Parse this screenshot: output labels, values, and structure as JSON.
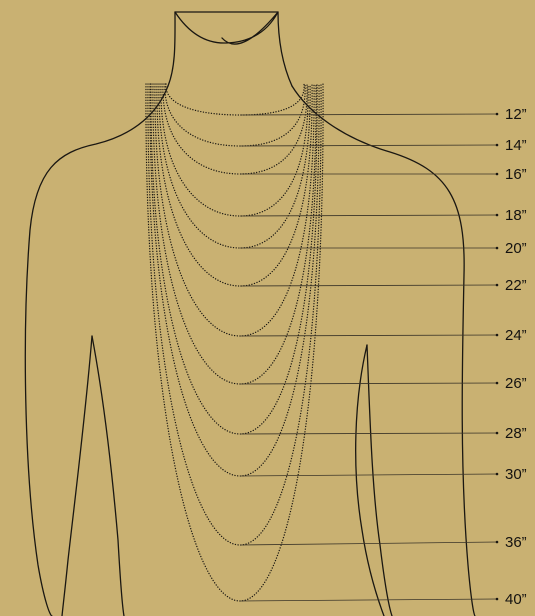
{
  "diagram": {
    "background_color": "#c9b172",
    "line_color": "#1a1712",
    "lengths": [
      {
        "label": "12”"
      },
      {
        "label": "14”"
      },
      {
        "label": "16”"
      },
      {
        "label": "18”"
      },
      {
        "label": "20”"
      },
      {
        "label": "22”"
      },
      {
        "label": "24”"
      },
      {
        "label": "26”"
      },
      {
        "label": "28”"
      },
      {
        "label": "30”"
      },
      {
        "label": "36”"
      },
      {
        "label": "40”"
      }
    ]
  }
}
